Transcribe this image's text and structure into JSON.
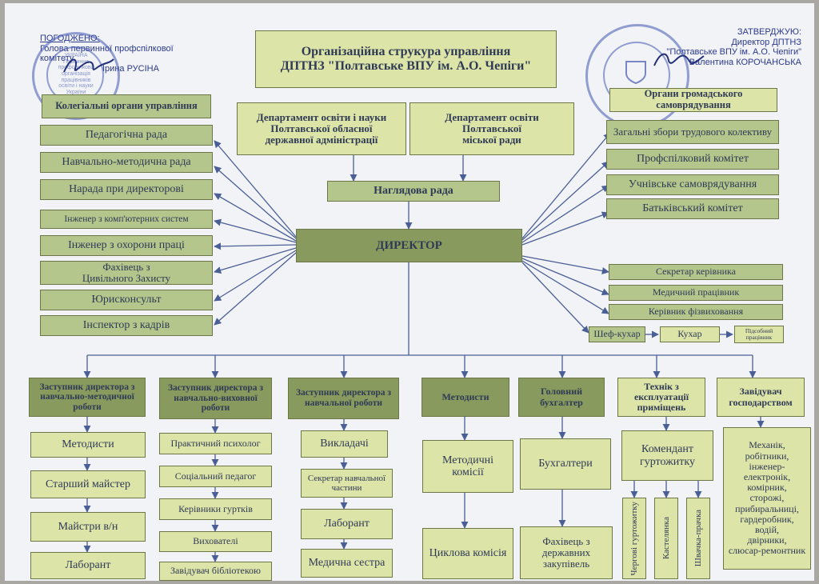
{
  "title": [
    "Організаційна струкура управління",
    "ДПТНЗ \"Полтавське ВПУ ім. А.О. Чепіги\""
  ],
  "left_approval": [
    "ПОГОДЖЕНО:",
    "Голова первинної профспілкової",
    "комітету",
    "Ірина РУСІНА"
  ],
  "right_approval": [
    "ЗАТВЕРДЖУЮ:",
    "Директор ДПТНЗ",
    "\"Полтавське ВПУ ім. А.О. Чепіги\"",
    "Валентина КОРОЧАНСЬКА"
  ],
  "stamp_left_text": [
    "УКРАЇНА",
    "Первинна профспілкова",
    "організація",
    "працівників",
    "освіти і науки України"
  ],
  "departments": [
    "Департамент освіти і науки\nПолтавської обласної\nдержавної адміністрації",
    "Департамент освіти\nПолтавської\nміської ради"
  ],
  "supervisory_board": "Наглядова рада",
  "director": "ДИРЕКТОР",
  "collegial_header": "Колегіальні органи управління",
  "collegial": [
    "Педагогічна рада",
    "Навчально-методична рада",
    "Нарада при директорові"
  ],
  "staff_left": [
    "Інженер з комп'ютерних систем",
    "Інженер з охорони праці",
    "Фахівець з\nЦивільного Захисту",
    "Юрисконсульт",
    "Інспектор з кадрів"
  ],
  "public_header": "Органи громадського самоврядування",
  "public": [
    "Загальні збори трудового колективу",
    "Профспілковий комітет",
    "Учнівське самоврядування",
    "Батьківський комітет"
  ],
  "staff_right": [
    "Секретар керівника",
    "Медичний працівник",
    "Керівник фізвиховання"
  ],
  "kitchen": [
    "Шеф-кухар",
    "Кухар",
    "Підсобний працівник"
  ],
  "branches": [
    {
      "head": "Заступник директора з навчально-методичної роботи",
      "items": [
        "Методисти",
        "Старший майстер",
        "Майстри в/н",
        "Лаборант"
      ]
    },
    {
      "head": "Заступник директора з навчально-виховної роботи",
      "items": [
        "Практичний психолог",
        "Соціальний педагог",
        "Керівники гуртків",
        "Вихователі",
        "Завідувач бібліотекою"
      ]
    },
    {
      "head": "Заступник директора з навчальної роботи",
      "items": [
        "Викладачі",
        "Секретар навчальної частини",
        "Лаборант",
        "Медична сестра"
      ]
    },
    {
      "head": "Методисти",
      "items": [
        "Методичні комісії",
        "Циклова комісія"
      ]
    },
    {
      "head": "Головний бухгалтер",
      "items": [
        "Бухгалтери",
        "Фахівець з державних закупівель"
      ]
    },
    {
      "head": "Технік з експлуатації приміщень",
      "items": [
        "Комендант гуртожитку",
        "Чергові гуртожитку",
        "Кастелянка",
        "Швачка-прачка"
      ]
    },
    {
      "head": "Завідувач господарством",
      "items": [
        "Механік,\nробітники,\nінженер-\nелектронік,\nкомірник,\nсторожі,\nприбиральниці,\nгардеробник,\nводій,\nдвірники,\nслюсар-ремонтник"
      ]
    }
  ]
}
